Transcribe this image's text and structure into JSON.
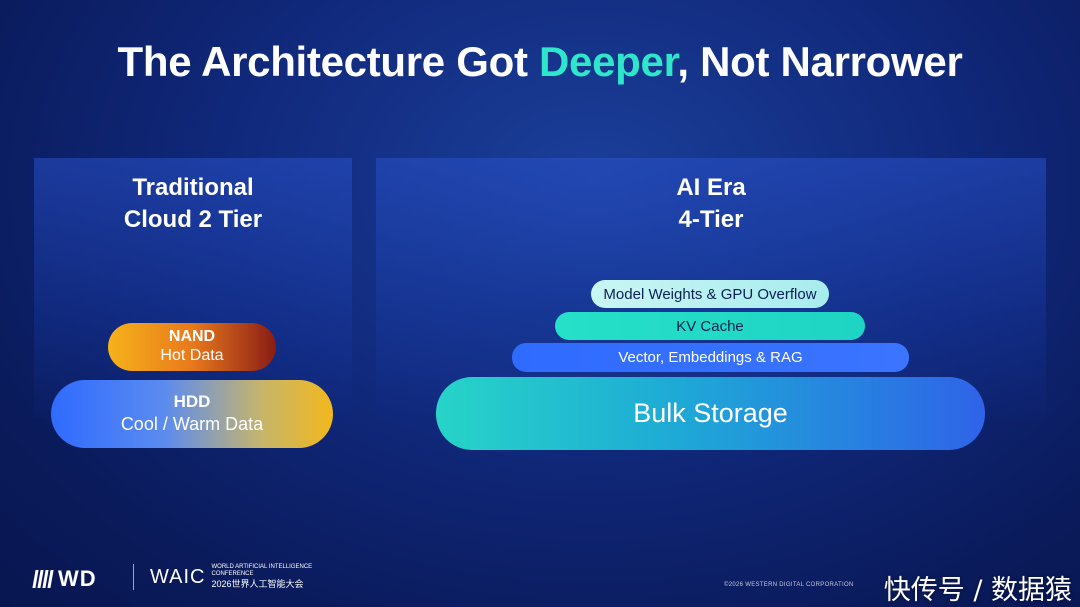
{
  "title": {
    "part1": "The Architecture Got ",
    "highlight": "Deeper",
    "part2": ", Not Narrower"
  },
  "left_panel": {
    "title_line1": "Traditional",
    "title_line2": "Cloud 2 Tier",
    "tiers": [
      {
        "name": "NAND",
        "desc": "Hot Data"
      },
      {
        "name": "HDD",
        "desc": "Cool / Warm Data"
      }
    ]
  },
  "right_panel": {
    "title_line1": "AI Era",
    "title_line2": "4-Tier",
    "tiers": [
      {
        "label": "Model Weights & GPU Overflow"
      },
      {
        "label": "KV Cache"
      },
      {
        "label": "Vector, Embeddings & RAG"
      },
      {
        "label": "Bulk Storage"
      }
    ]
  },
  "footer": {
    "wd_logo": "WD",
    "waic_mark": "WAIC",
    "waic_line1": "WORLD ARTIFICIAL INTELLIGENCE",
    "waic_line2": "CONFERENCE",
    "waic_cn": "2026世界人工智能大会",
    "copyright": "©2026 WESTERN DIGITAL CORPORATION",
    "watermark": "快传号 / 数据猿"
  },
  "colors": {
    "highlight": "#2ee6c9",
    "background": "#10287a"
  }
}
